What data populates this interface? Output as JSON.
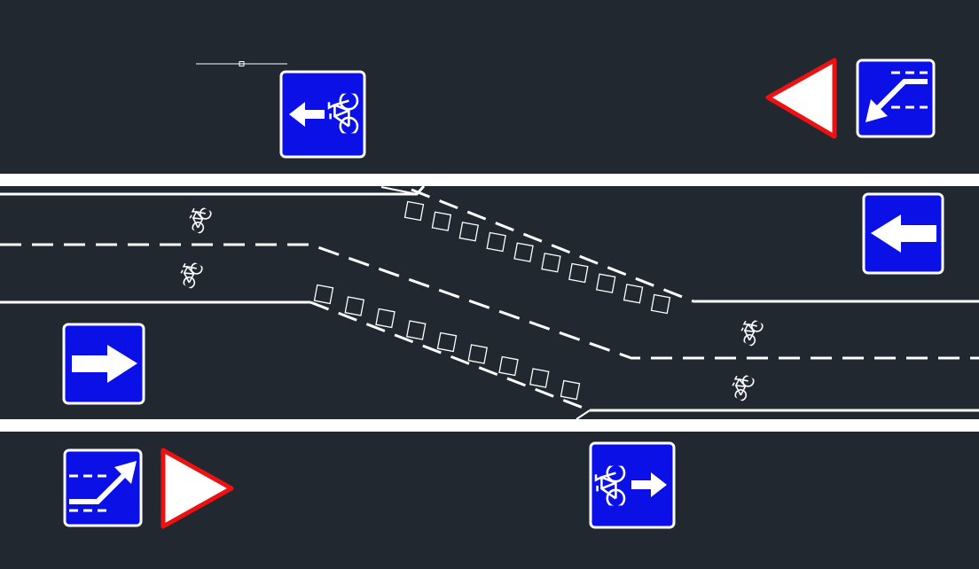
{
  "drawing": {
    "background_color": "#212830",
    "line_color": "#ffffff",
    "sign_blue": "#0a10e6",
    "sign_red": "#ee1111"
  },
  "layers": {
    "road_markings": [
      "road-edge-top",
      "road-edge-bottom",
      "bike-lane-lines",
      "lane-divider-dashed",
      "buffer-boxes"
    ],
    "bike_symbols": 4,
    "signs": [
      "bike-lane-left-sign",
      "cyclists-warning-sign",
      "lane-shift-left-sign",
      "one-way-left-sign",
      "one-way-right-sign",
      "lane-shift-right-sign",
      "bike-lane-right-sign"
    ]
  },
  "icons": {
    "bike": "bicycle-icon",
    "arrow": "arrow-icon"
  }
}
